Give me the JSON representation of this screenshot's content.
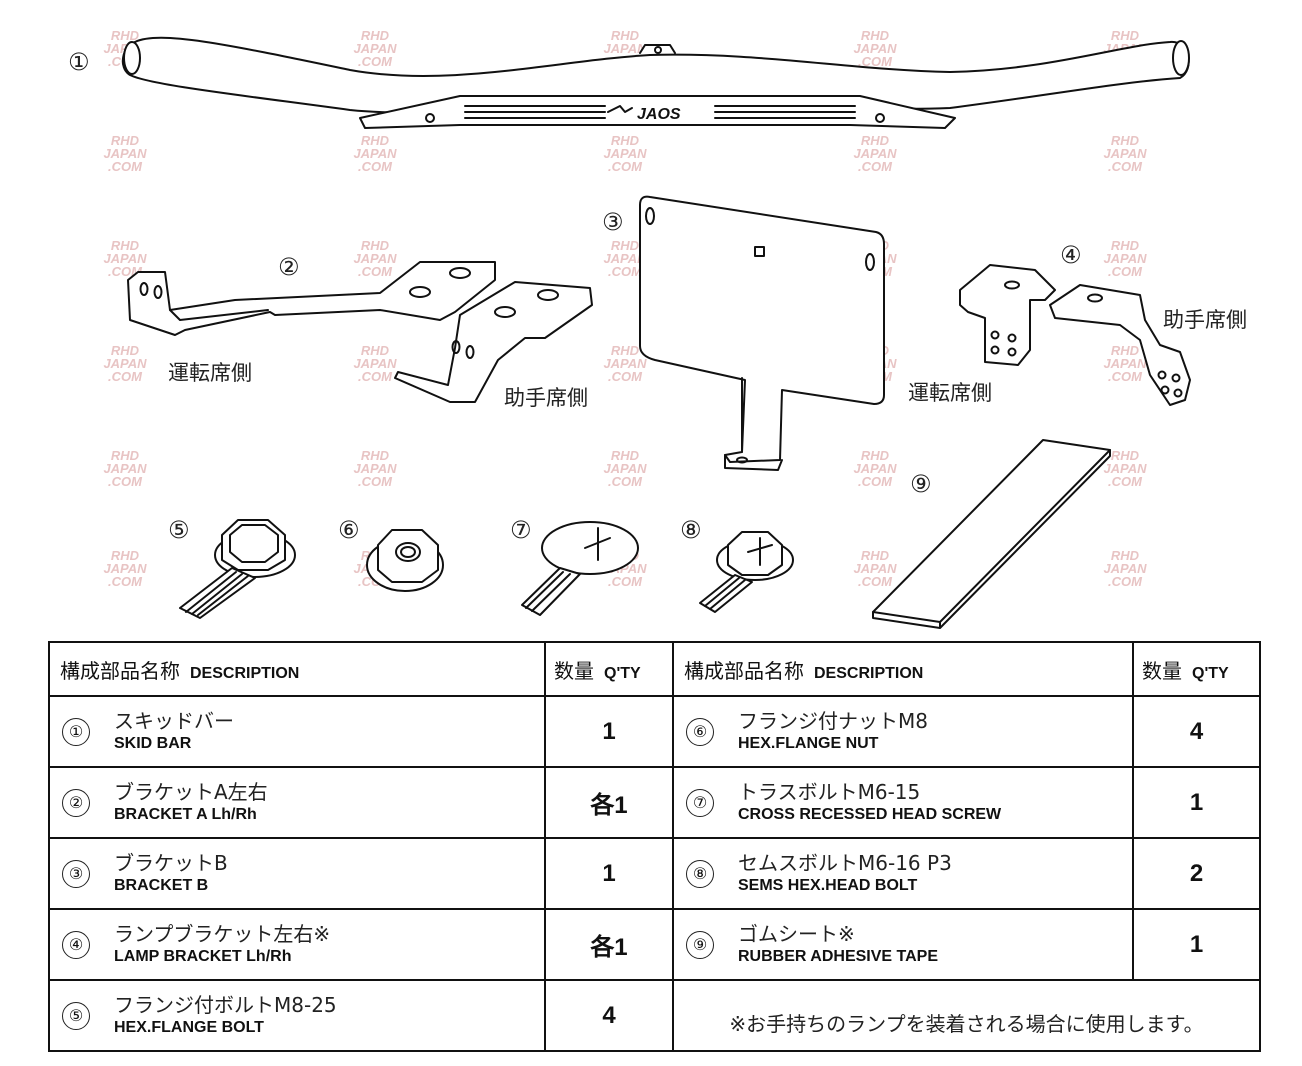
{
  "watermark": {
    "line1": "RHD",
    "line2": "JAPAN",
    "line3": ".COM"
  },
  "illustration": {
    "callouts": [
      "①",
      "②",
      "③",
      "④",
      "⑤",
      "⑥",
      "⑦",
      "⑧",
      "⑨"
    ],
    "brand": "JAOS",
    "side_labels": {
      "bracket_a_driver": "運転席側",
      "bracket_a_passenger": "助手席側",
      "lamp_driver": "運転席側",
      "lamp_passenger": "助手席側"
    }
  },
  "table": {
    "header": {
      "desc_ja": "構成部品名称",
      "desc_en": "DESCRIPTION",
      "qty_ja": "数量",
      "qty_en": "Q'TY"
    },
    "rows": [
      {
        "left": {
          "num": "①",
          "ja": "スキッドバー",
          "en": "SKID BAR",
          "qty": "1"
        },
        "right": {
          "num": "⑥",
          "ja": "フランジ付ナットM8",
          "en": "HEX.FLANGE NUT",
          "qty": "4"
        }
      },
      {
        "left": {
          "num": "②",
          "ja": "ブラケットA左右",
          "en": "BRACKET A Lh/Rh",
          "qty": "各1"
        },
        "right": {
          "num": "⑦",
          "ja": "トラスボルトM6-15",
          "en": "CROSS RECESSED HEAD SCREW",
          "qty": "1"
        }
      },
      {
        "left": {
          "num": "③",
          "ja": "ブラケットB",
          "en": "BRACKET B",
          "qty": "1"
        },
        "right": {
          "num": "⑧",
          "ja": "セムスボルトM6-16 P3",
          "en": "SEMS HEX.HEAD BOLT",
          "qty": "2"
        }
      },
      {
        "left": {
          "num": "④",
          "ja": "ランプブラケット左右※",
          "en": "LAMP BRACKET Lh/Rh",
          "qty": "各1"
        },
        "right": {
          "num": "⑨",
          "ja": "ゴムシート※",
          "en": "RUBBER ADHESIVE TAPE",
          "qty": "1"
        }
      },
      {
        "left": {
          "num": "⑤",
          "ja": "フランジ付ボルトM8-25",
          "en": "HEX.FLANGE BOLT",
          "qty": "4"
        }
      }
    ],
    "note": "※お手持ちのランプを装着される場合に使用します。"
  }
}
